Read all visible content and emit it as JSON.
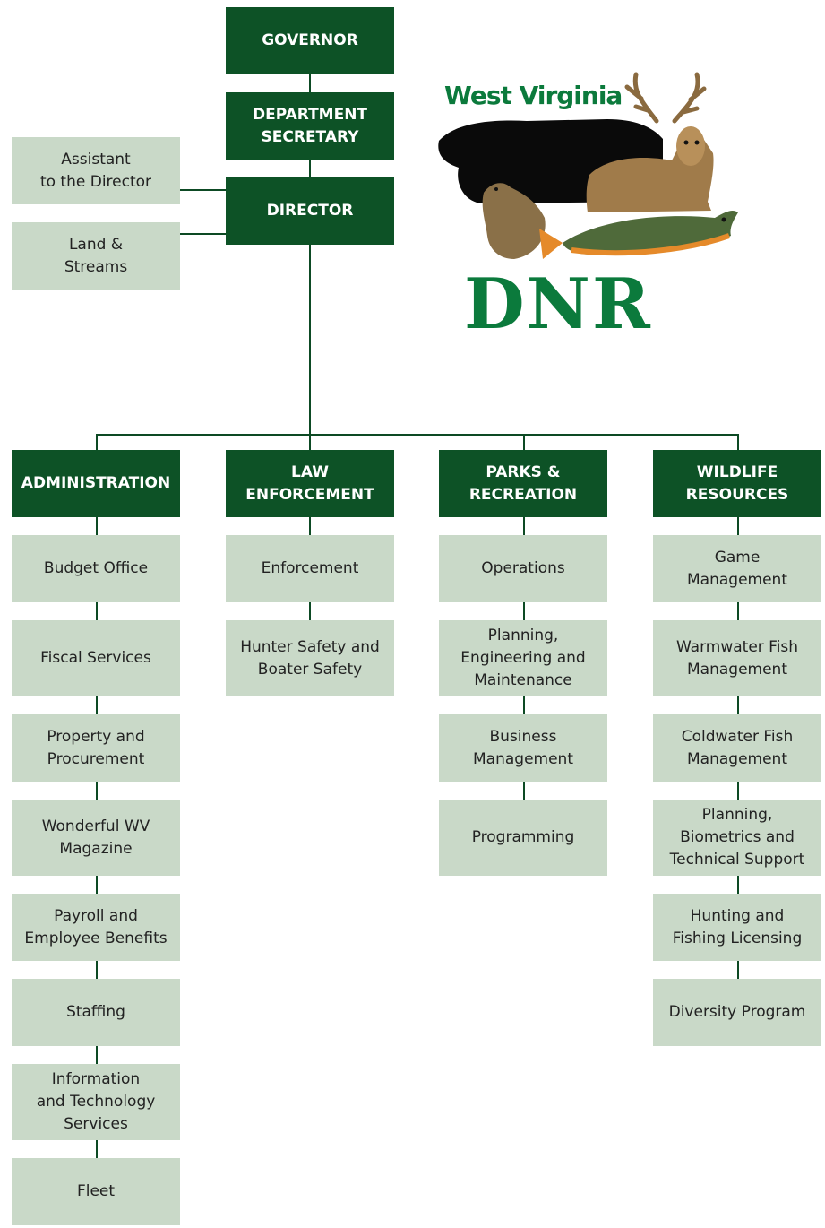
{
  "top": {
    "governor": "GOVERNOR",
    "secretary": "DEPARTMENT\nSECRETARY",
    "director": "DIRECTOR"
  },
  "side": {
    "assistant": "Assistant\nto the Director",
    "land": "Land &\nStreams"
  },
  "logo": {
    "title": "West Virginia",
    "mark": "DNR"
  },
  "divisions": [
    {
      "name": "ADMINISTRATION",
      "units": [
        "Budget Office",
        "Fiscal Services",
        "Property and\nProcurement",
        "Wonderful WV\nMagazine",
        "Payroll and\nEmployee Benefits",
        "Staffing",
        "Information\nand Technology\nServices",
        "Fleet"
      ]
    },
    {
      "name": "LAW\nENFORCEMENT",
      "units": [
        "Enforcement",
        "Hunter Safety and\nBoater Safety"
      ]
    },
    {
      "name": "PARKS &\nRECREATION",
      "units": [
        "Operations",
        "Planning,\nEngineering and\nMaintenance",
        "Business\nManagement",
        "Programming"
      ]
    },
    {
      "name": "WILDLIFE\nRESOURCES",
      "units": [
        "Game\nManagement",
        "Warmwater Fish\nManagement",
        "Coldwater Fish\nManagement",
        "Planning,\nBiometrics and\nTechnical Support",
        "Hunting and\nFishing Licensing",
        "Diversity Program"
      ]
    }
  ],
  "colors": {
    "dark_green": "#0d5226",
    "light_green": "#c9d9c8",
    "line": "#0d4a24",
    "logo_green": "#0b7a3c"
  }
}
